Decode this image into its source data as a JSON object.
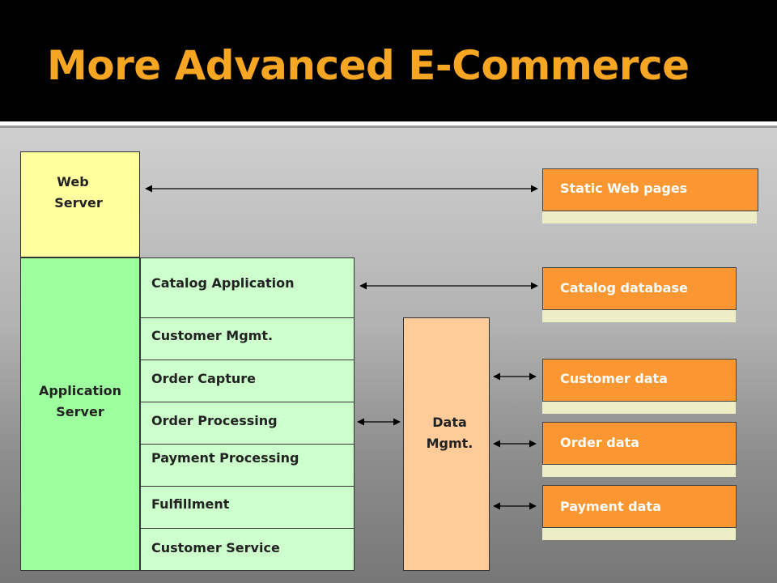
{
  "title": "More Advanced E-Commerce",
  "web_server": {
    "line1": "Web",
    "line2": "Server"
  },
  "app_server": {
    "line1": "Application",
    "line2": "Server"
  },
  "modules": [
    "Catalog Application",
    "Customer Mgmt.",
    "Order Capture",
    "Order Processing",
    "Payment Processing",
    "Fulfillment",
    "Customer Service"
  ],
  "data_mgmt": {
    "line1": "Data",
    "line2": "Mgmt."
  },
  "stores": [
    "Static Web pages",
    "Catalog database",
    "Customer data",
    "Order data",
    "Payment data"
  ],
  "colors": {
    "title": "#f7a623",
    "web_server": "#ffff9e",
    "app_server": "#9eff9e",
    "modules": "#ccffcc",
    "data_mgmt": "#ffcc99",
    "stores": "#fa9733"
  }
}
